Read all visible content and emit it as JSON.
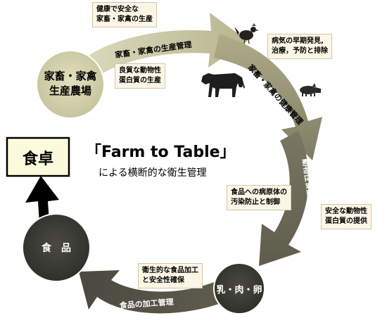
{
  "title": {
    "main": "「Farm  to  Table」",
    "sub": "による横断的な衛生管理"
  },
  "nodes": {
    "farm": {
      "line1": "家畜・家禽",
      "line2": "生産農場"
    },
    "products": "乳・肉・卵",
    "food": "食　品",
    "table": "食卓"
  },
  "arrow_labels": {
    "farm_production": "家畜・家禽の生産管理",
    "health": "家畜・家禽の健康管理",
    "food_production": "動物性食品の生産管理",
    "processing": "食品の加工管理"
  },
  "notes": {
    "safe_livestock": [
      "健康で安全な",
      "家畜・家禽の生産"
    ],
    "disease": [
      "病気の早期発見,",
      "治療，予防と排除"
    ],
    "protein_production": [
      "良質な動物性",
      "蛋白質の生産"
    ],
    "pathogen": [
      "食品への病原体の",
      "汚染防止と制御"
    ],
    "protein_supply": [
      "安全な動物性",
      "蛋白質の提供"
    ],
    "processing_safety": [
      "衛生的な食品加工",
      "と安全性確保"
    ]
  },
  "colors": {
    "arrow_light": "#c9c79f",
    "arrow_mid": "#9a9778",
    "arrow_dark": "#5b594a",
    "circle_light": "#d3d1ab",
    "circle_dark": "#3a3a34",
    "note_bg": "#fdf6e6",
    "table_bg": "#fbfbdc"
  },
  "icons": [
    "chicken-icon",
    "cow-icon",
    "pig-icon"
  ]
}
